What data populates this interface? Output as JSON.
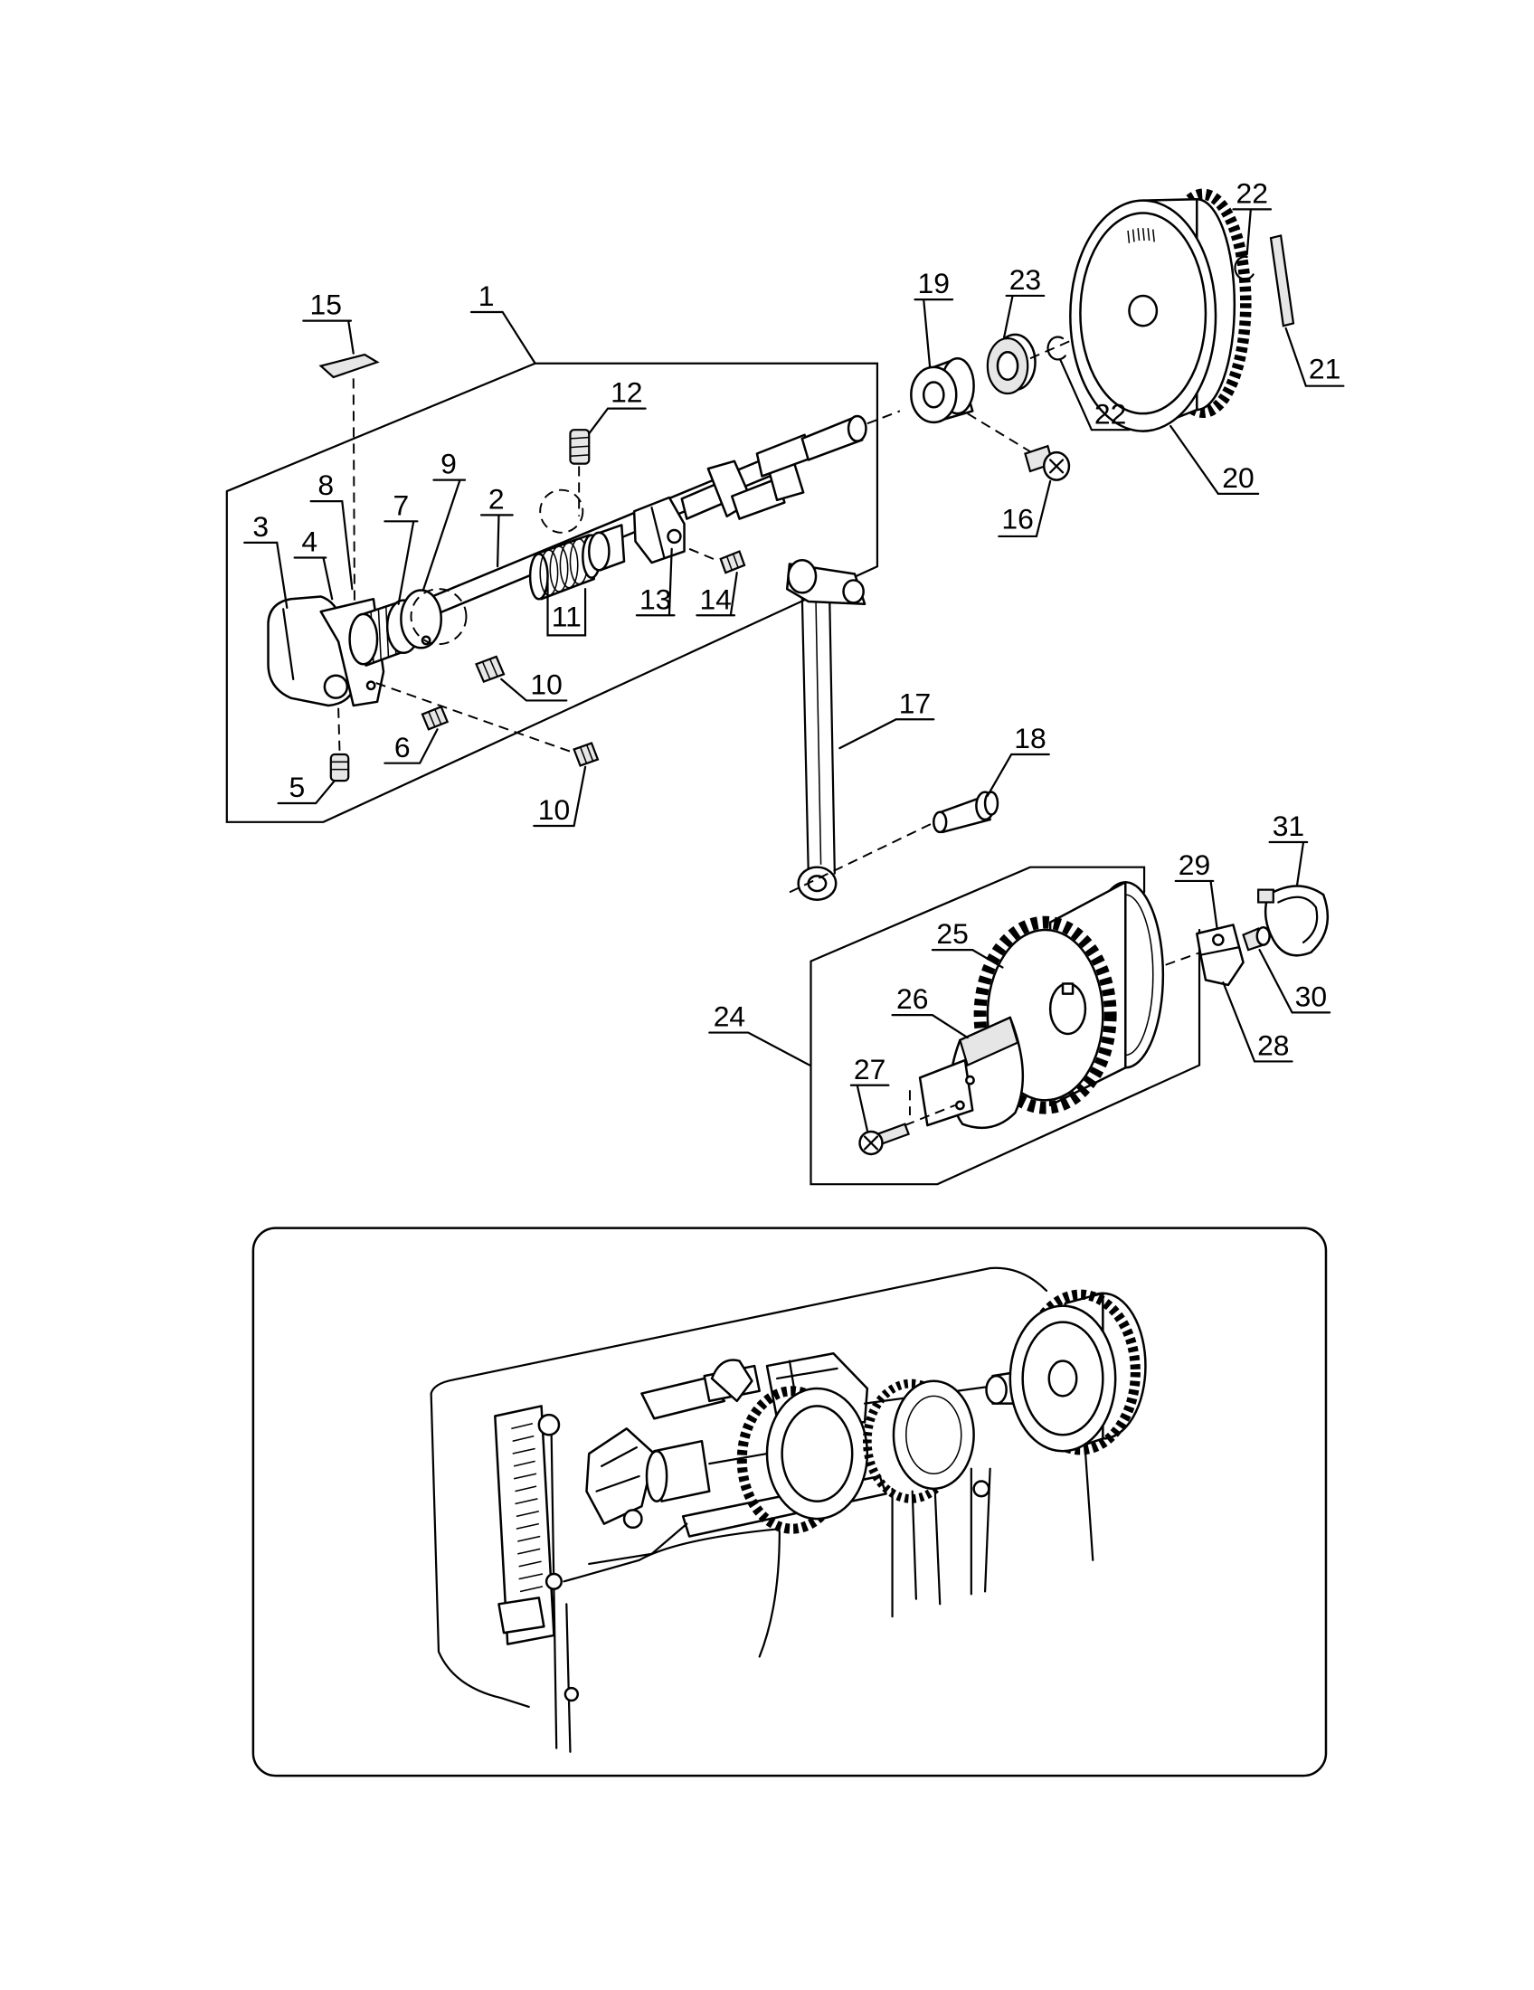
{
  "callouts": [
    "15",
    "1",
    "12",
    "8",
    "9",
    "3",
    "4",
    "7",
    "2",
    "11",
    "13",
    "14",
    "10",
    "6",
    "5",
    "10",
    "19",
    "23",
    "22",
    "21",
    "22",
    "20",
    "16",
    "17",
    "18",
    "29",
    "31",
    "25",
    "26",
    "24",
    "30",
    "28",
    "27"
  ]
}
